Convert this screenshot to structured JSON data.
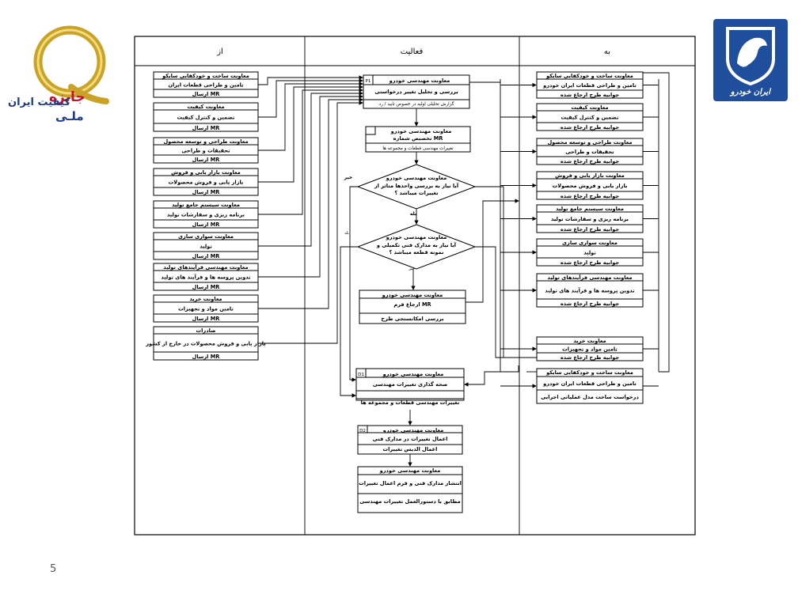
{
  "logo_left": {
    "line1": "جایزه",
    "line2": "کیفیت ایران",
    "line3": "ملـی"
  },
  "logo_right": {
    "brand_text": "ایران خودرو",
    "colors": {
      "blue": "#1f4e9c",
      "white": "#ffffff"
    }
  },
  "page_number": "5",
  "columns": {
    "from": "از",
    "activity": "فعالیت",
    "to": "به"
  },
  "from_col": [
    {
      "dept": "معاونت ساخت و خودکفایی سایکو",
      "task": "تامین و طراحی قطعات ایران",
      "action": "ارسال MR"
    },
    {
      "dept": "معاونت کیفیت",
      "task": "تضمین و کنترل کیفیت",
      "action": "ارسال MR"
    },
    {
      "dept": "معاونت طراحی و توسعه محصول",
      "task": "تحقیقات و طراحی",
      "action": "ارسال MR"
    },
    {
      "dept": "معاونت بازار یابی و فروش",
      "task": "بازار یابی و فروش محصولات",
      "action": "ارسال MR"
    },
    {
      "dept": "معاونت سیستم جامع تولید",
      "task": "برنامه ریزی و سفارشات تولید",
      "action": "ارسال MR"
    },
    {
      "dept": "معاونت سواری سازی",
      "task": "تولید",
      "action": "ارسال MR"
    },
    {
      "dept": "معاونت مهندسی فرآیندهای تولید",
      "task": "تدوین پروسه ها و فرآیند های تولید",
      "action": "ارسال MR"
    },
    {
      "dept": "معاونت خرید",
      "task": "تامین مواد و تجهیزات",
      "action": "ارسال MR"
    },
    {
      "dept": "صادرات",
      "task": "بازار یابی و فروش محصولات در خارج از کشور",
      "action": "ارسال MR"
    }
  ],
  "activity": {
    "p1": {
      "code": "P1",
      "title": "معاونت مهندسی خودرو",
      "task": "بررسی و تحلیل تغییر درخواستی",
      "note": "گزارش تحلیلی اولیه در خصوص تایید / رد"
    },
    "mr": {
      "title": "معاونت مهندسی خودرو",
      "task": "تخصیص شماره MR",
      "note": "تغییرات مهندسی قطعات و مجموعه ها"
    },
    "dec1": {
      "title": "معاونت مهندسی خودرو",
      "q1": "آیا نیاز به بررسی واحدها متاثر از",
      "q2": "تغییرات میباشد ؟",
      "no": "خیر",
      "yes": "بله"
    },
    "dec2": {
      "title": "معاونت مهندسی خودرو",
      "q1": "آیا نیاز به مدارک فنی تکمیلی و",
      "q2": "نمونه قطعه میباشد ؟",
      "yes": "بله",
      "no": "خیر"
    },
    "ref": {
      "title": "معاونت مهندسی خودرو",
      "task": "ارجاع فرم MR",
      "note": "بررسی امکانسنجی طرح"
    },
    "d1": {
      "code": "D1",
      "title": "معاونت مهندسی خودرو",
      "task": "صحه گذاری تغییرات مهندسی",
      "note": "تغییرات مهندسی قطعات و مجموعه ها"
    },
    "d2": {
      "code": "D2",
      "title": "معاونت مهندسی خودرو",
      "task": "اعمال تغییرات در مدارک فنی",
      "note": "اعمال الدیس تغییرات"
    },
    "final": {
      "title": "معاونت مهندسی خودرو",
      "task": "انتشار مدارک فنی و فرم اعمال تغییرات",
      "note": "مطابق با دستورالعمل تغییرات مهندسی"
    }
  },
  "to_col": [
    {
      "dept": "معاونت ساخت و خودکفایی سایکو",
      "task": "تامین و طراحی قطعات ایران خودرو",
      "action": "جوابیه طرح ارجاع شده"
    },
    {
      "dept": "معاونت کیفیت",
      "task": "تضمین و کنترل کیفیت",
      "action": "جوابیه طرح ارجاع شده"
    },
    {
      "dept": "معاونت طراحی و توسعه محصول",
      "task": "تحقیقات و طراحی",
      "action": "جوابیه طرح ارجاع شده"
    },
    {
      "dept": "معاونت بازار یابی و فروش",
      "task": "بازار یابی و فروش محصولات",
      "action": "جوابیه طرح ارجاع شده"
    },
    {
      "dept": "معاونت سیستم جامع تولید",
      "task": "برنامه ریزی و سفارشات تولید",
      "action": "جوابیه طرح ارجاع شده"
    },
    {
      "dept": "معاونت سواری سازی",
      "task": "تولید",
      "action": "جوابیه طرح ارجاع شده"
    },
    {
      "dept": "معاونت مهندسی فرآیندهای تولید",
      "task": "تدوین پروسه ها و فرآیند های تولید",
      "action": "جوابیه طرح ارجاع شده"
    },
    {
      "dept": "معاونت خرید",
      "task": "تامین مواد و تجهیزات",
      "action": "جوابیه طرح ارجاع شده"
    }
  ],
  "to_last": {
    "dept": "معاونت ساخت و خودکفایی سایکو",
    "task": "تامین و طراحی قطعات ایران خودرو",
    "action": "درخواست ساخت مدل عملیاتی اجرایی"
  }
}
